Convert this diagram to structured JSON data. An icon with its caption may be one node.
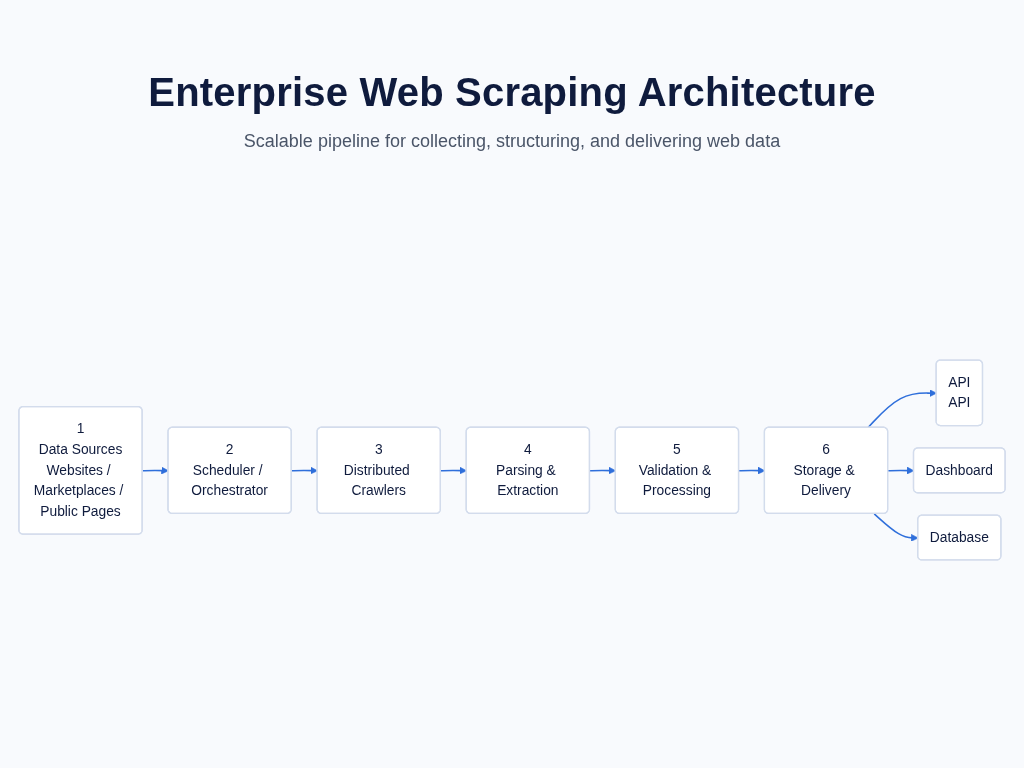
{
  "diagram": {
    "title": "Enterprise Web Scraping Architecture",
    "nodes": [
      {
        "text": [
          "1",
          "Data Sources",
          "Websites / Marketplaces / Public Pages"
        ]
      },
      {
        "text": [
          "2",
          "Scheduler / Orchestrator"
        ]
      },
      {
        "text": [
          "3",
          "Distributed Crawlers"
        ]
      },
      {
        "text": [
          "4",
          "Parsing & Extraction"
        ]
      },
      {
        "text": [
          "5",
          "Validation & Processing"
        ]
      },
      {
        "text": [
          "6",
          "Storage & Delivery"
        ]
      },
      {
        "text": [
          "API",
          "API"
        ]
      },
      {
        "text": [
          "Dashboard"
        ]
      },
      {
        "text": [
          "Database"
        ]
      }
    ],
    "edges": [
      {
        "from": 0,
        "to": 1,
        "arrow": "to"
      },
      {
        "from": 1,
        "to": 2,
        "arrow": "to"
      },
      {
        "from": 2,
        "to": 3,
        "arrow": "to"
      },
      {
        "from": 3,
        "to": 4,
        "arrow": "to"
      },
      {
        "from": 4,
        "to": 5,
        "arrow": "to"
      },
      {
        "from": 5,
        "to": 6,
        "arrow": "to"
      },
      {
        "from": 5,
        "to": 7,
        "arrow": "to"
      },
      {
        "from": 5,
        "to": 8,
        "arrow": "to"
      }
    ],
    "labels": [
      "Scalable pipeline for collecting, structuring, and delivering web data"
    ]
  }
}
